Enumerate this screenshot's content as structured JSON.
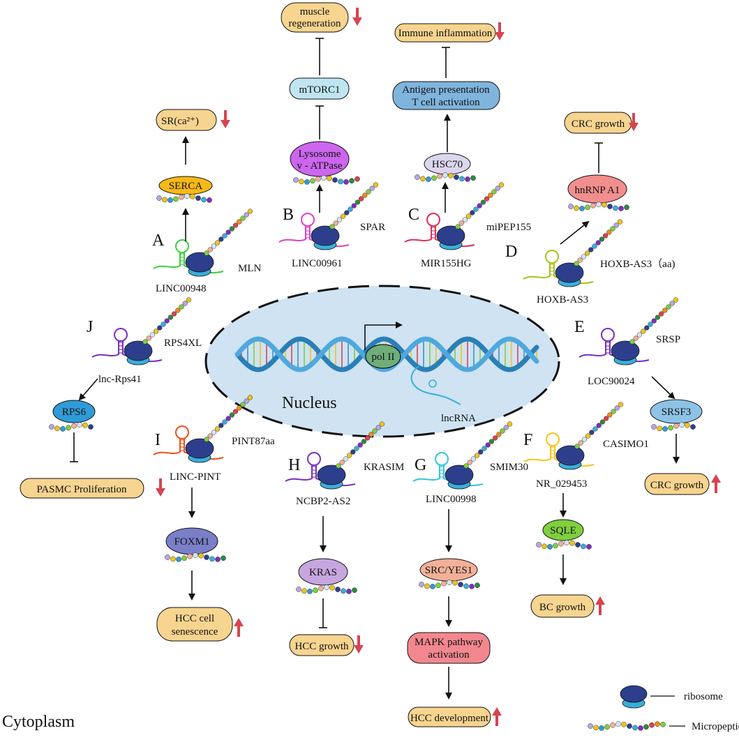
{
  "colors": {
    "ribosome_big": "#2d3f8c",
    "ribosome_small": "#3aaedc",
    "outcome_box": "#f7d48f",
    "arrow_down": "#d9434f",
    "arrow_up": "#d9434f",
    "nucleus": "#cfe3f2",
    "dna": "#3a8fc7"
  },
  "compartments": {
    "nucleus": "Nucleus",
    "cytoplasm": "Cytoplasm"
  },
  "nucleus_inner": {
    "polymerase": "pol II",
    "lncrna": "lncRNA"
  },
  "panels": {
    "A": {
      "letter": "A",
      "lnc": "LINC00948",
      "peptide": "MLN",
      "target": "SERCA",
      "outcome": "SR(ca²⁺)",
      "direction": "down"
    },
    "B": {
      "letter": "B",
      "lnc": "LINC00961",
      "peptide": "SPAR",
      "target_line1": "Lysosome",
      "target_line2": "v - ATPase",
      "mid": "mTORC1",
      "outcome_line1": "muscle",
      "outcome_line2": "regeneration",
      "direction": "down"
    },
    "C": {
      "letter": "C",
      "lnc": "MIR155HG",
      "peptide": "miPEP155",
      "target": "HSC70",
      "mid_line1": "Antigen presentation",
      "mid_line2": "T cell activation",
      "outcome": "Immune inflammation",
      "direction": "down"
    },
    "D": {
      "letter": "D",
      "lnc": "HOXB-AS3",
      "peptide": "HOXB-AS3（aa)",
      "target": "hnRNP A1",
      "outcome": "CRC growth",
      "direction": "down"
    },
    "E": {
      "letter": "E",
      "lnc": "LOC90024",
      "peptide": "SRSP",
      "target": "SRSF3",
      "outcome": "CRC growth",
      "direction": "up"
    },
    "F": {
      "letter": "F",
      "lnc": "NR_029453",
      "peptide": "CASIMO1",
      "target": "SQLE",
      "outcome": "BC growth",
      "direction": "up"
    },
    "G": {
      "letter": "G",
      "lnc": "LINC00998",
      "peptide": "SMIM30",
      "target": "SRC/YES1",
      "mid_line1": "MAPK  pathway",
      "mid_line2": "activation",
      "outcome": "HCC development",
      "direction": "up"
    },
    "H": {
      "letter": "H",
      "lnc": "NCBP2-AS2",
      "peptide": "KRASIM",
      "target": "KRAS",
      "outcome": "HCC growth",
      "direction": "down"
    },
    "I": {
      "letter": "I",
      "lnc": "LINC-PINT",
      "peptide": "PINT87aa",
      "target": "FOXM1",
      "outcome_line1": "HCC cell",
      "outcome_line2": "senescence",
      "direction": "up"
    },
    "J": {
      "letter": "J",
      "lnc": "lnc-Rps41",
      "peptide": "RPS4XL",
      "target": "RPS6",
      "outcome": "PASMC Proliferation",
      "direction": "down"
    }
  },
  "legend": {
    "ribosome": "ribosome",
    "micropeptide": "Micropeptide"
  }
}
